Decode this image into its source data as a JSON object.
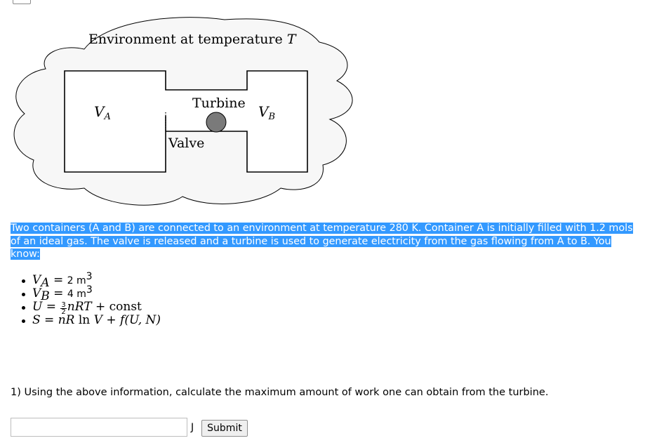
{
  "diagram": {
    "environment_label": "Environment at temperature ",
    "environment_T": "T",
    "label_va_main": "V",
    "label_va_sub": "A",
    "label_vb_main": "V",
    "label_vb_sub": "B",
    "turbine_label": "Turbine",
    "valve_label": "Valve"
  },
  "problem": {
    "intro_text": "Two containers (A and B) are connected to an environment at temperature 280 K. Container A is initially filled with 1.2 mols of an ideal gas. The valve is released and a turbine is used to generate electricity from the gas flowing from A to B. You know:",
    "facts": {
      "va_var": "V",
      "va_sub": "A",
      "va_rhs": " = ",
      "va_val": "2 m",
      "va_exp": "3",
      "vb_var": "V",
      "vb_sub": "B",
      "vb_rhs": " = ",
      "vb_val": "4 m",
      "vb_exp": "3",
      "u_lhs": "U",
      "u_eq": " = ",
      "u_num": "3",
      "u_den": "2",
      "u_rhs": "nRT",
      "u_tail": " + const",
      "s_lhs": "S",
      "s_eq": " = ",
      "s_rhs1": "nR",
      "s_ln": " ln ",
      "s_rhs2": "V",
      "s_plus": " + ",
      "s_func": "f",
      "s_args": "(U, N)"
    },
    "question": "1) Using the above information, calculate the maximum amount of work one can obtain from the turbine.",
    "answer_value": "",
    "stray_char": "J",
    "submit_label": "Submit"
  }
}
